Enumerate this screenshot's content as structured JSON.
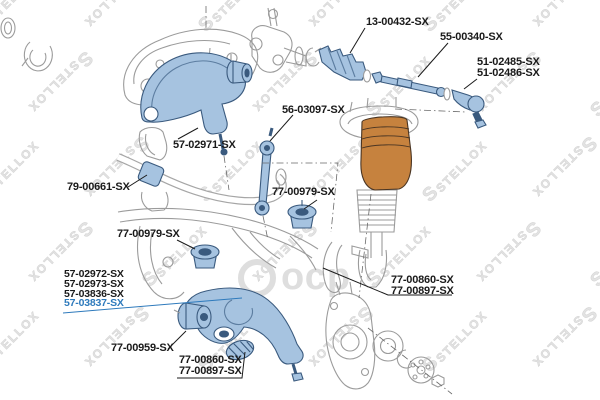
{
  "diagram": {
    "type": "suspension-parts-diagram",
    "brand": "STELLOX",
    "center_watermark": "оср",
    "labels": {
      "boot": "13-00432-SX",
      "inner_tie_rod": "55-00340-SX",
      "tie_rod_end_1": "51-02485-SX",
      "tie_rod_end_2": "51-02486-SX",
      "stab_link": "56-03097-SX",
      "upper_arm": "57-02971-SX",
      "stab_bar_bushing": "79-00661-SX",
      "subframe_bushing_right": "77-00979-SX",
      "subframe_bushing_left": "77-00979-SX",
      "lower_arm_1": "57-02972-SX",
      "lower_arm_2": "57-02973-SX",
      "lower_arm_3": "57-03836-SX",
      "lower_arm_4": "57-03837-SX",
      "lower_arm_front_bushing": "77-00959-SX",
      "arm_rear_bushing_1": "77-00860-SX",
      "arm_rear_bushing_2": "77-00897-SX",
      "strut_side_1": "77-00860-SX",
      "strut_side_2": "77-00897-SX"
    },
    "colors": {
      "part_blue": "#a6c3e0",
      "part_blue_stroke": "#3a5a7e",
      "air_spring_orange": "#c6823e",
      "highlight_link_blue": "#2e7abc",
      "outline_gray": "#9b9b9b",
      "label_black": "#1a1a1a",
      "watermark_gray": "#dcdcdc"
    }
  }
}
